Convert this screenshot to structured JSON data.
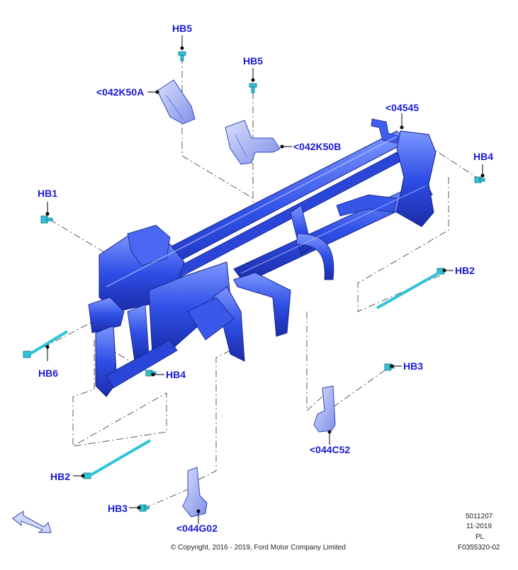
{
  "callouts": {
    "hb5_top": "HB5",
    "hb5_mid": "HB5",
    "part_042k50a": "<042K50A",
    "part_042k50b": "<042K50B",
    "part_04545": "<04545",
    "hb4_right": "HB4",
    "hb1": "HB1",
    "hb2_right": "HB2",
    "hb6": "HB6",
    "hb4_left": "HB4",
    "hb3_right": "HB3",
    "part_044c52": "<044C52",
    "hb2_left": "HB2",
    "hb3_left": "HB3",
    "part_044g02": "<044G02"
  },
  "meta": {
    "code": "5011207",
    "date": "11-2019",
    "variant": "PL",
    "figure_id": "F0355320-02"
  },
  "copyright": "© Copyright, 2016 - 2019, Ford Motor Company Limited",
  "colors": {
    "frame_blue": "#2f4fe6",
    "frame_dark": "#1c2fb0",
    "frame_light": "#6f8cff",
    "fastener_cyan": "#2ec4d6",
    "bracket_gray": "#9aa6f0",
    "callout_blue": "#1a1ad6"
  },
  "icons": {
    "orientation_arrow": "front-direction-arrow-icon"
  }
}
